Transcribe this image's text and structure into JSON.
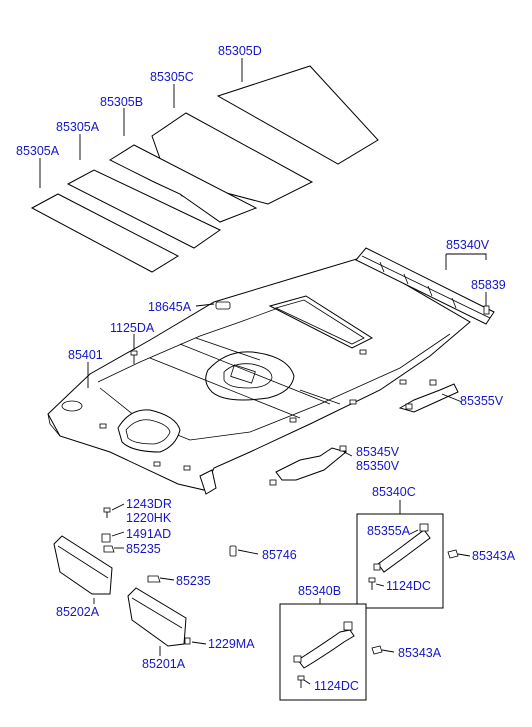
{
  "labels": {
    "p85305D": "85305D",
    "p85305C": "85305C",
    "p85305B": "85305B",
    "p85305A_1": "85305A",
    "p85305A_2": "85305A",
    "p85340V": "85340V",
    "p85839": "85839",
    "p18645A": "18645A",
    "p1125DA": "1125DA",
    "p85401": "85401",
    "p85355V": "85355V",
    "p85345V": "85345V",
    "p85350V": "85350V",
    "p85340C": "85340C",
    "p1243DR": "1243DR",
    "p1220HK": "1220HK",
    "p1491AD": "1491AD",
    "p85235_1": "85235",
    "p85746": "85746",
    "p85355A": "85355A",
    "p85343A_1": "85343A",
    "p1124DC_1": "1124DC",
    "p85235_2": "85235",
    "p85202A": "85202A",
    "p85340B": "85340B",
    "p1229MA": "1229MA",
    "p85201A": "85201A",
    "p85343A_2": "85343A",
    "p1124DC_2": "1124DC"
  }
}
